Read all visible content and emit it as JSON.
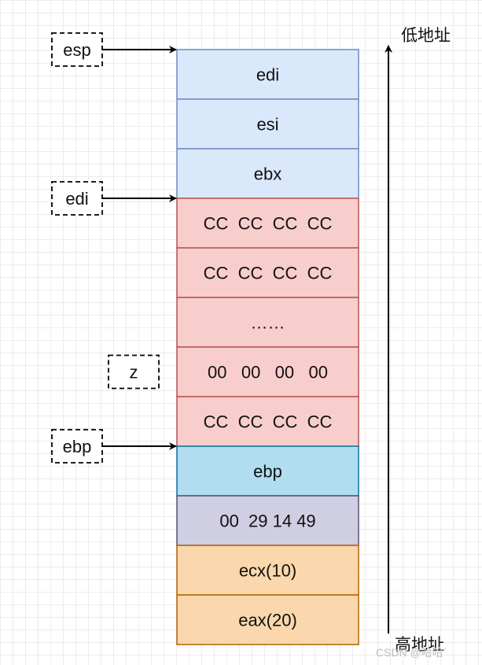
{
  "stack_cells": [
    {
      "text": "edi",
      "kind": "reg"
    },
    {
      "text": "esi",
      "kind": "reg"
    },
    {
      "text": "ebx",
      "kind": "reg"
    },
    {
      "text": "CC  CC  CC  CC",
      "kind": "fill"
    },
    {
      "text": "CC  CC  CC  CC",
      "kind": "fill"
    },
    {
      "text": "……",
      "kind": "fill"
    },
    {
      "text": "00   00   00   00",
      "kind": "fill"
    },
    {
      "text": "CC  CC  CC  CC",
      "kind": "fill"
    },
    {
      "text": "ebp",
      "kind": "frame"
    },
    {
      "text": "00  29 14 49",
      "kind": "ret"
    },
    {
      "text": "ecx(10)",
      "kind": "arg"
    },
    {
      "text": "eax(20)",
      "kind": "arg"
    }
  ],
  "pointers": [
    {
      "name": "esp",
      "cell": 0,
      "arrow": true
    },
    {
      "name": "edi",
      "cell": 3,
      "arrow": true
    },
    {
      "name": "z",
      "cell": 6,
      "arrow": false
    },
    {
      "name": "ebp",
      "cell": 8,
      "arrow": true
    }
  ],
  "address_axis": {
    "low_label": "低地址",
    "high_label": "高地址"
  },
  "watermark": "CSDN @哈哈`",
  "colors": {
    "reg_fill": "#dae8fc",
    "reg_stroke": "#6c8ebf",
    "fill_fill": "#f8cecc",
    "fill_stroke": "#b85450",
    "frame_fill": "#b1ddf0",
    "frame_stroke": "#10739e",
    "ret_fill": "#d0cee2",
    "ret_stroke": "#56517e",
    "arg_fill": "#fad7ac",
    "arg_stroke": "#b46504"
  }
}
